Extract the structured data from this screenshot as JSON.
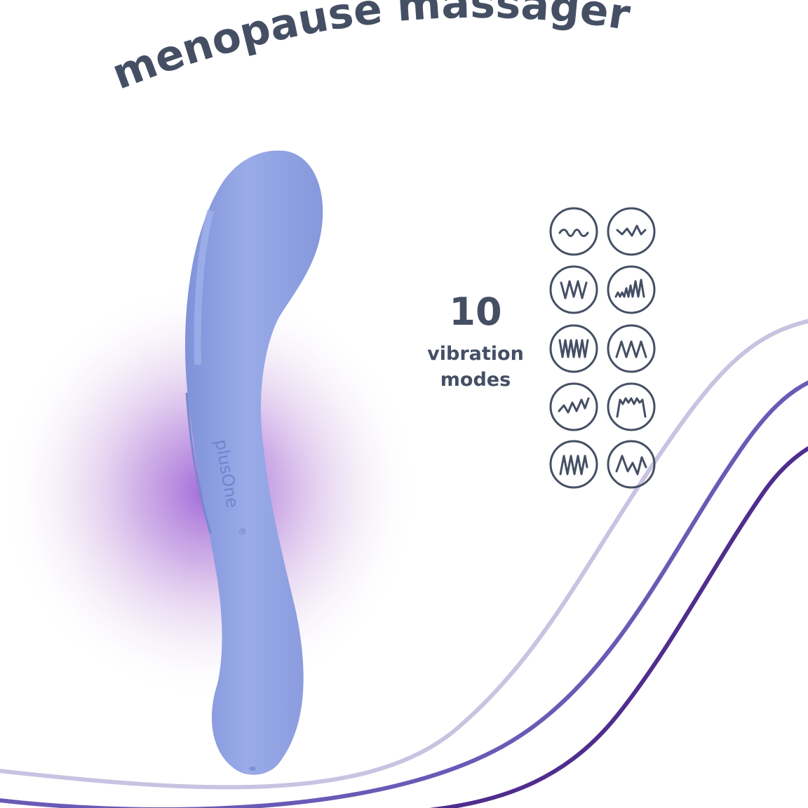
{
  "headline": "menopause massager",
  "brand": "plusOne",
  "brand_mark": "®",
  "modes": {
    "count": "10",
    "label_line1": "vibration",
    "label_line2": "modes"
  },
  "mode_icons": [
    "wave-gentle-icon",
    "wave-zigzag-icon",
    "wave-peaks-icon",
    "wave-build-icon",
    "wave-dense-icon",
    "wave-triangle-icon",
    "wave-escalate-icon",
    "wave-pulse-icon",
    "wave-spike-icon",
    "wave-sharp-icon"
  ],
  "colors": {
    "text": "#454f64",
    "device": "#93a6e4",
    "glow": "#a46fd4",
    "line_light": "#c9c2e1",
    "line_mid": "#6a5ab6",
    "line_dark": "#4f2d8e"
  }
}
